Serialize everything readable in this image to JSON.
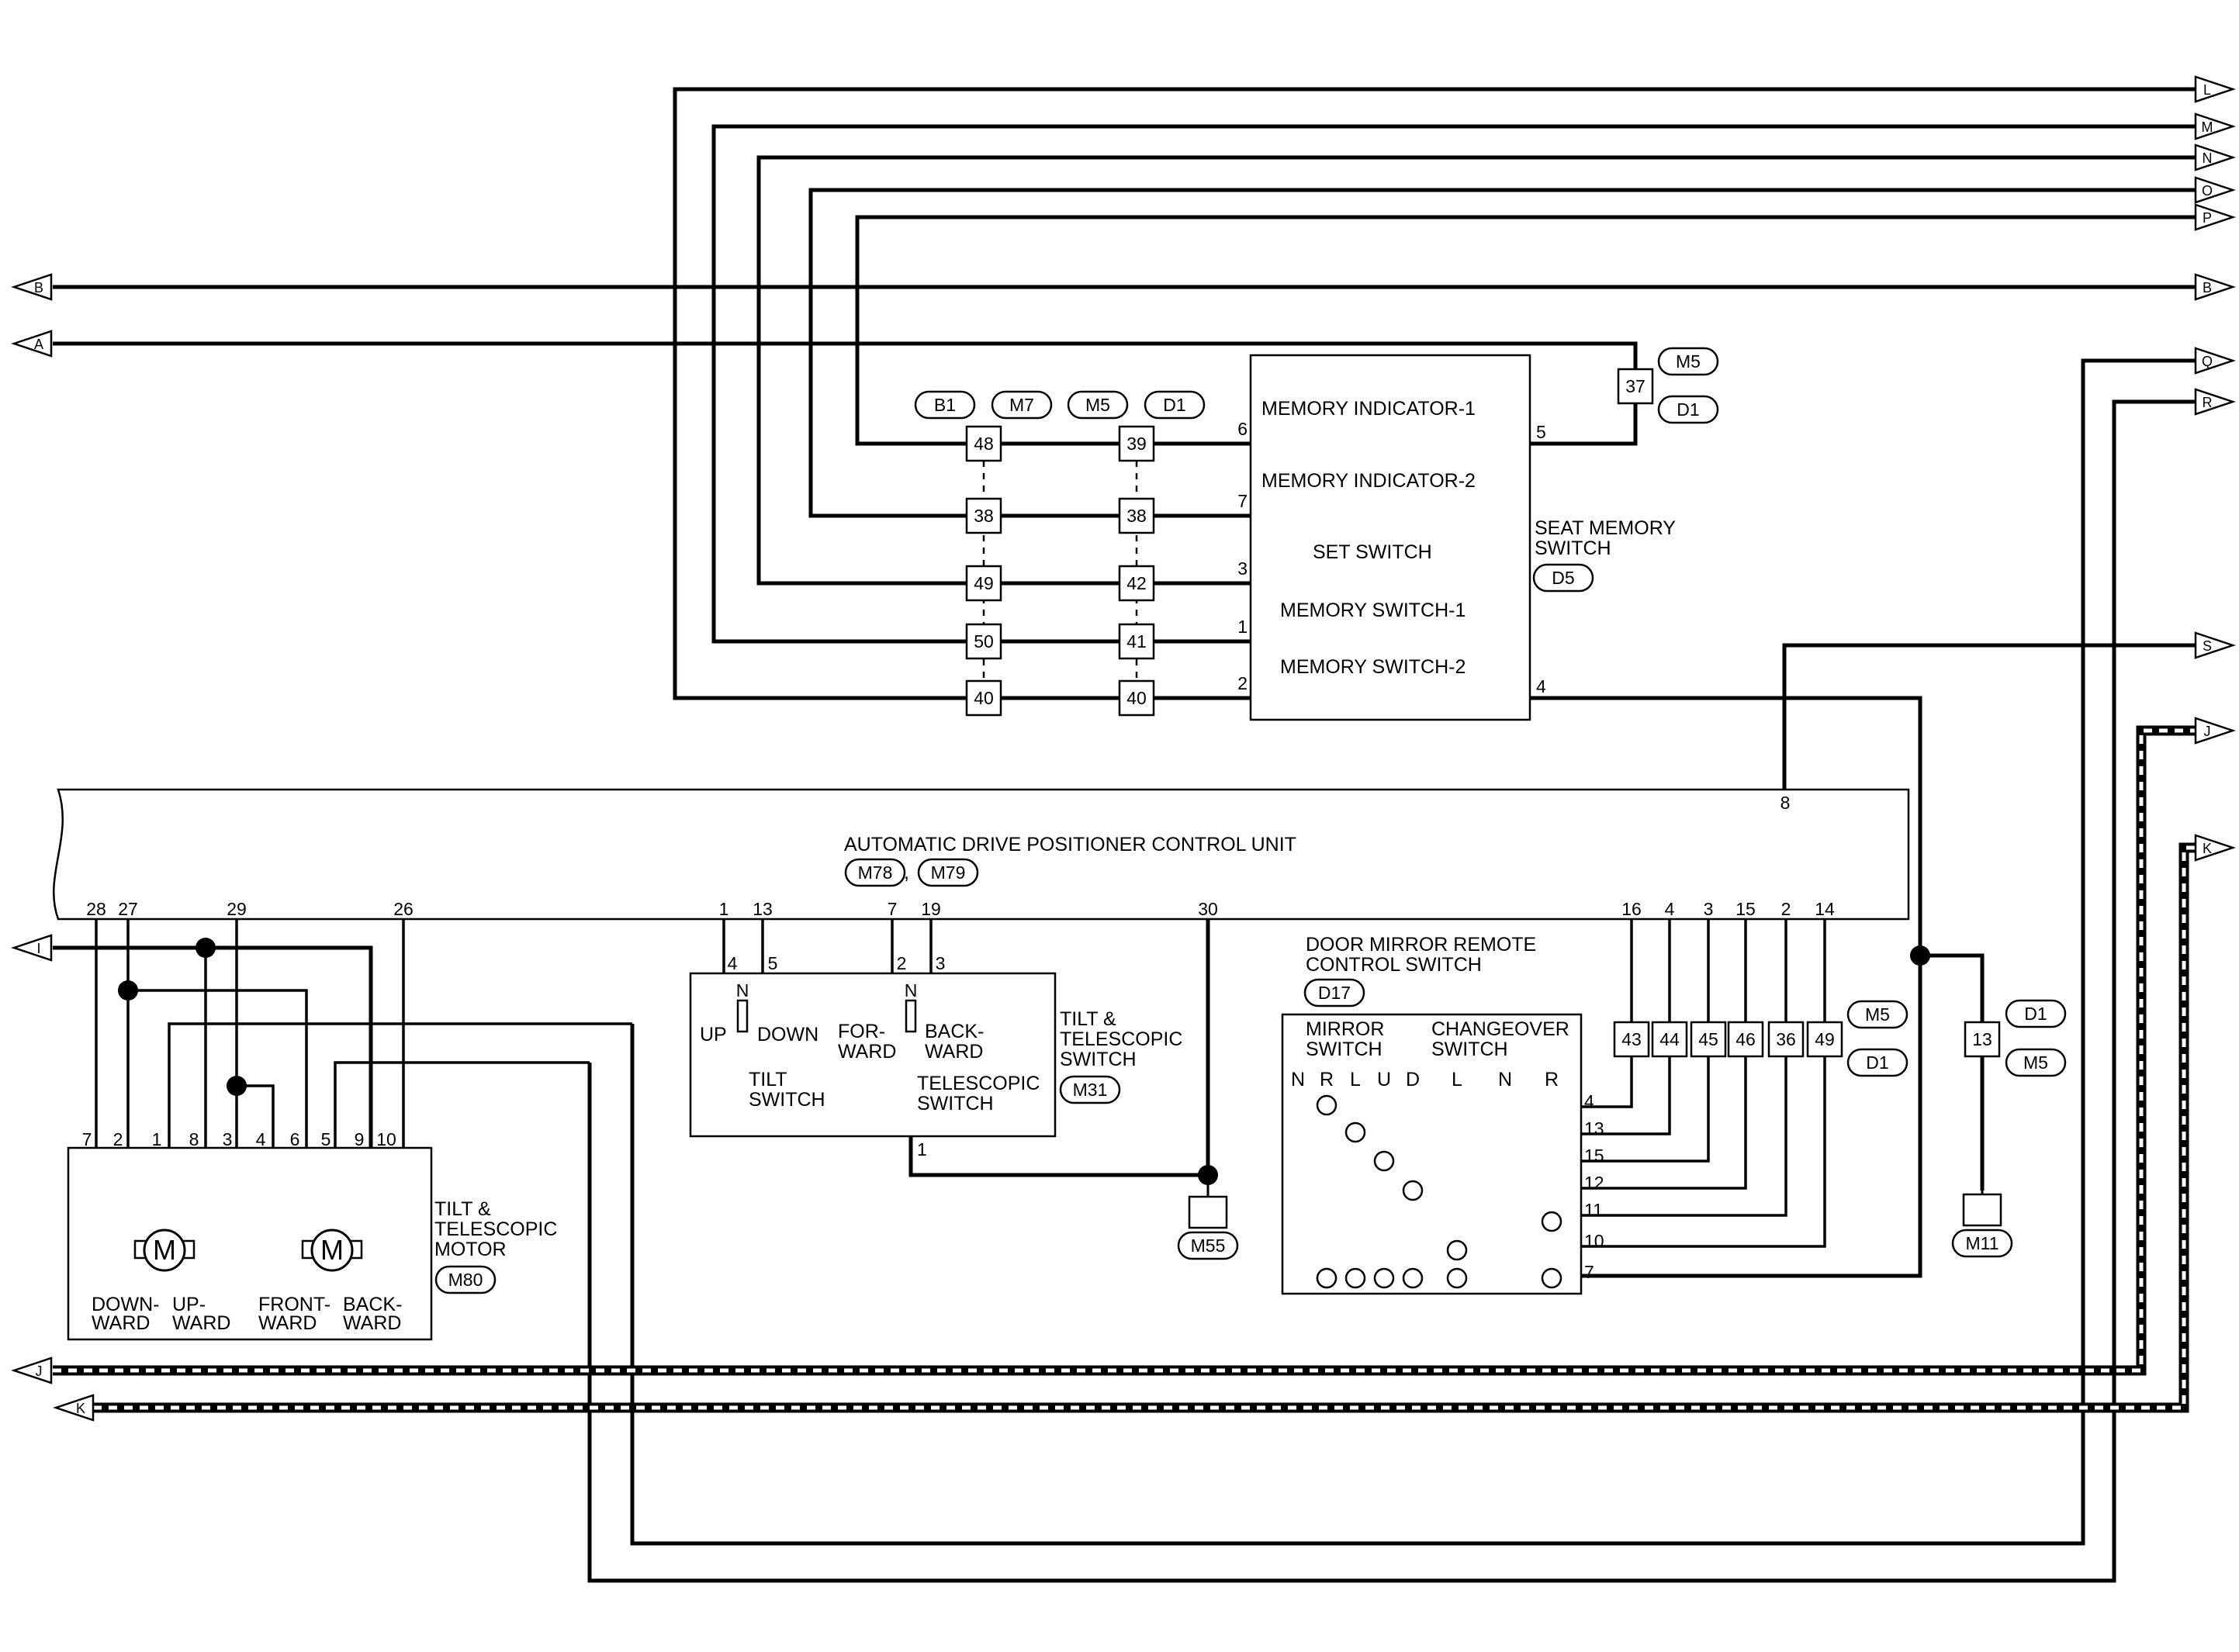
{
  "offpage_right": [
    "L",
    "M",
    "N",
    "O",
    "P",
    "B",
    "Q",
    "R",
    "S",
    "J",
    "K"
  ],
  "offpage_left": [
    "B",
    "A",
    "I",
    "J",
    "K"
  ],
  "unit": {
    "title": "AUTOMATIC DRIVE POSITIONER CONTROL UNIT",
    "connectors": [
      "M78",
      "M79"
    ],
    "top_pin": "8",
    "pins": [
      "28",
      "27",
      "29",
      "26",
      "1",
      "13",
      "7",
      "19",
      "30",
      "16",
      "4",
      "3",
      "15",
      "2",
      "14"
    ]
  },
  "seat_memory": {
    "title_lines": [
      "SEAT MEMORY",
      "SWITCH"
    ],
    "connector": "D5",
    "indicator1": "MEMORY INDICATOR-1",
    "indicator2": "MEMORY INDICATOR-2",
    "set": "SET SWITCH",
    "switch1": "MEMORY SWITCH-1",
    "switch2": "MEMORY SWITCH-2",
    "left_pins": [
      "6",
      "7",
      "3",
      "1",
      "2"
    ],
    "right_pins": [
      "5",
      "4"
    ]
  },
  "junction_connectors": [
    "B1",
    "M7",
    "M5",
    "D1"
  ],
  "junction_left_pins": [
    "48",
    "38",
    "49",
    "50",
    "40"
  ],
  "junction_right_pins": [
    "39",
    "38",
    "42",
    "41",
    "40"
  ],
  "jc37": {
    "pin": "37",
    "connectors": [
      "M5",
      "D1"
    ]
  },
  "tilt_switch": {
    "title_lines": [
      "TILT &",
      "TELESCOPIC",
      "SWITCH"
    ],
    "connector": "M31",
    "pins": [
      "4",
      "5",
      "2",
      "3",
      "1"
    ],
    "n": "N",
    "up": "UP",
    "down": "DOWN",
    "forward": [
      "FOR-",
      "WARD"
    ],
    "backward": [
      "BACK-",
      "WARD"
    ],
    "tilt": [
      "TILT",
      "SWITCH"
    ],
    "telescopic": [
      "TELESCOPIC",
      "SWITCH"
    ]
  },
  "motor": {
    "title_lines": [
      "TILT &",
      "TELESCOPIC",
      "MOTOR"
    ],
    "connector": "M80",
    "pins": [
      "7",
      "2",
      "1",
      "8",
      "3",
      "4",
      "6",
      "5",
      "9",
      "10"
    ],
    "m": "M",
    "downward": [
      "DOWN-",
      "WARD"
    ],
    "upward": [
      "UP-",
      "WARD"
    ],
    "frontward": [
      "FRONT-",
      "WARD"
    ],
    "backwards": [
      "BACK-",
      "WARD"
    ]
  },
  "grounds": [
    "M55",
    "M11"
  ],
  "mirror": {
    "title_lines": [
      "DOOR MIRROR REMOTE",
      "CONTROL SWITCH"
    ],
    "connector": "D17",
    "mirror_hdr": [
      "MIRROR",
      "SWITCH"
    ],
    "change_hdr": [
      "CHANGEOVER",
      "SWITCH"
    ],
    "mirror_cols": [
      "N",
      "R",
      "L",
      "U",
      "D"
    ],
    "change_cols": [
      "L",
      "N",
      "R"
    ],
    "row_pins": [
      "4",
      "13",
      "15",
      "12",
      "11",
      "10",
      "7"
    ]
  },
  "jc_mirror": {
    "pins": [
      "43",
      "44",
      "45",
      "46",
      "36",
      "49"
    ],
    "connectors": [
      "M5",
      "D1"
    ]
  },
  "jc13": {
    "pin": "13",
    "connectors": [
      "D1",
      "M5"
    ]
  }
}
